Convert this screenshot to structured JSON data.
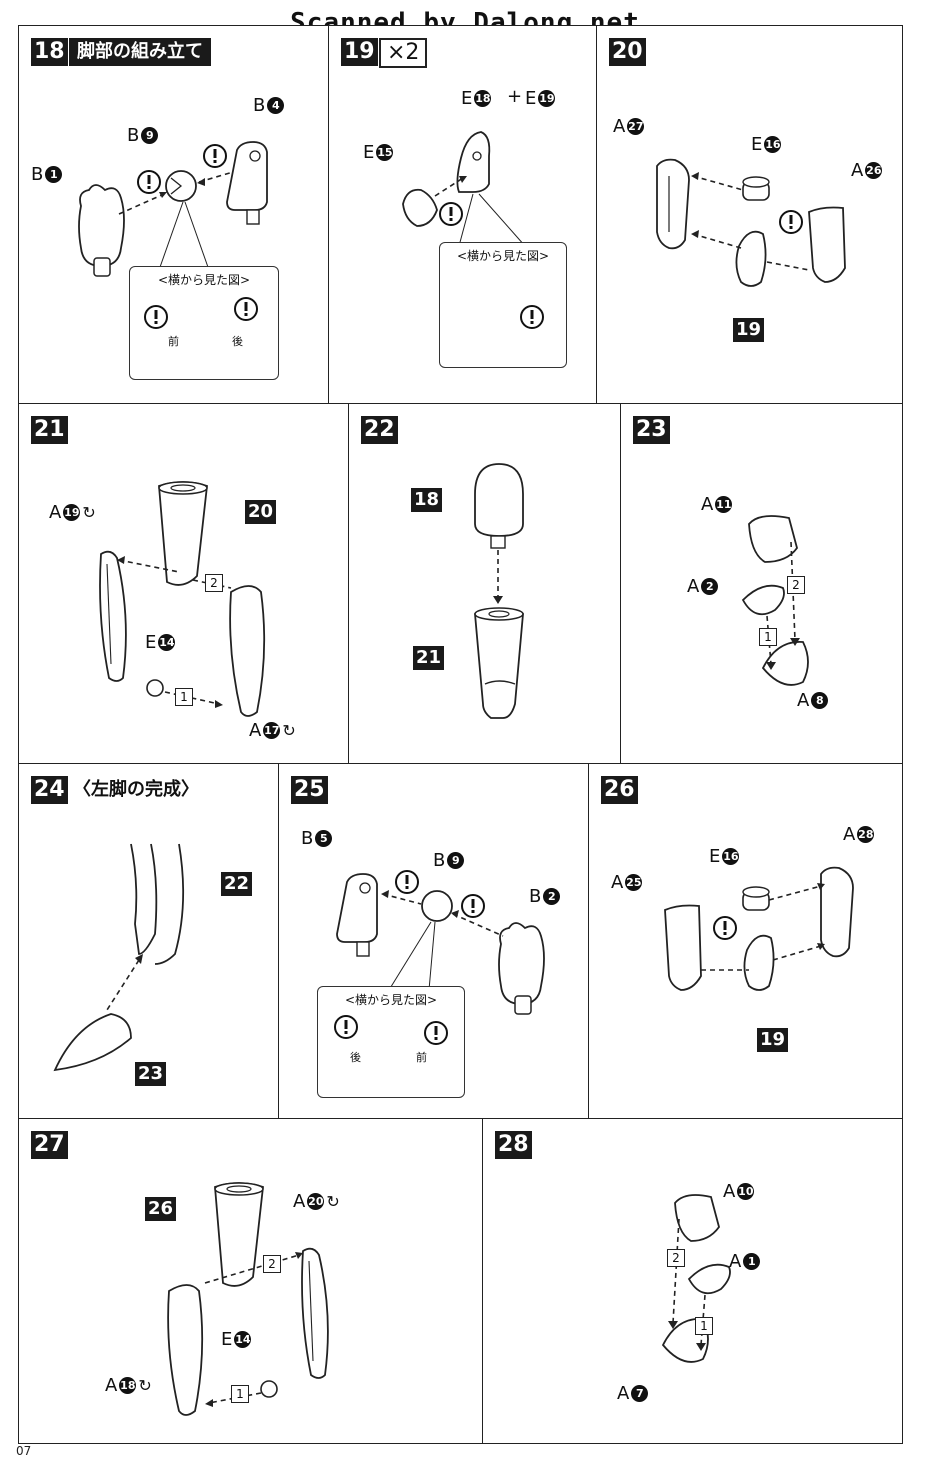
{
  "header": {
    "scan_text": "Scanned by Dalong.net"
  },
  "page_number": "07",
  "steps": {
    "s18": {
      "num": "18",
      "title": "脚部の組み立て",
      "labels": {
        "b1": "B",
        "b9": "B",
        "b4": "B"
      },
      "circled": {
        "b1": "1",
        "b9": "9",
        "b4": "4"
      },
      "side_view": {
        "title": "<横から見た図>",
        "front": "前",
        "back": "後"
      }
    },
    "s19": {
      "num": "19",
      "multiplier": "×2",
      "labels": {
        "e18": "E",
        "plus": "+",
        "e19": "E",
        "e15": "E"
      },
      "circled": {
        "e18": "18",
        "e19": "19",
        "e15": "15"
      },
      "side_view": {
        "title": "<横から見た図>"
      }
    },
    "s20": {
      "num": "20",
      "labels": {
        "a27": "A",
        "e16": "E",
        "a26": "A"
      },
      "circled": {
        "a27": "27",
        "e16": "16",
        "a26": "26"
      },
      "ref": "19"
    },
    "s21": {
      "num": "21",
      "labels": {
        "a19": "A",
        "e14": "E",
        "a17": "A"
      },
      "circled": {
        "a19": "19",
        "e14": "14",
        "a17": "17"
      },
      "ref": "20",
      "order": {
        "first": "1",
        "second": "2"
      }
    },
    "s22": {
      "num": "22",
      "refs": {
        "top": "18",
        "bottom": "21"
      }
    },
    "s23": {
      "num": "23",
      "labels": {
        "a11": "A",
        "a2": "A",
        "a8": "A"
      },
      "circled": {
        "a11": "11",
        "a2": "2",
        "a8": "8"
      },
      "order": {
        "first": "1",
        "second": "2"
      }
    },
    "s24": {
      "num": "24",
      "title": "〈左脚の完成〉",
      "refs": {
        "top": "22",
        "bottom": "23"
      }
    },
    "s25": {
      "num": "25",
      "labels": {
        "b5": "B",
        "b9": "B",
        "b2": "B"
      },
      "circled": {
        "b5": "5",
        "b9": "9",
        "b2": "2"
      },
      "side_view": {
        "title": "<横から見た図>",
        "back": "後",
        "front": "前"
      }
    },
    "s26": {
      "num": "26",
      "labels": {
        "a28": "A",
        "e16": "E",
        "a25": "A"
      },
      "circled": {
        "a28": "28",
        "e16": "16",
        "a25": "25"
      },
      "ref": "19"
    },
    "s27": {
      "num": "27",
      "labels": {
        "a20": "A",
        "e14": "E",
        "a18": "A"
      },
      "circled": {
        "a20": "20",
        "e14": "14",
        "a18": "18"
      },
      "ref": "26",
      "order": {
        "first": "1",
        "second": "2"
      }
    },
    "s28": {
      "num": "28",
      "labels": {
        "a10": "A",
        "a1": "A",
        "a7": "A"
      },
      "circled": {
        "a10": "10",
        "a1": "1",
        "a7": "7"
      },
      "order": {
        "first": "1",
        "second": "2"
      }
    }
  },
  "icons": {
    "caution": "caution-icon",
    "glue": "cement-icon",
    "arrow": "dashed-arrow"
  },
  "colors": {
    "ink": "#1a1a1a",
    "paper": "#ffffff",
    "line": "#222222"
  }
}
